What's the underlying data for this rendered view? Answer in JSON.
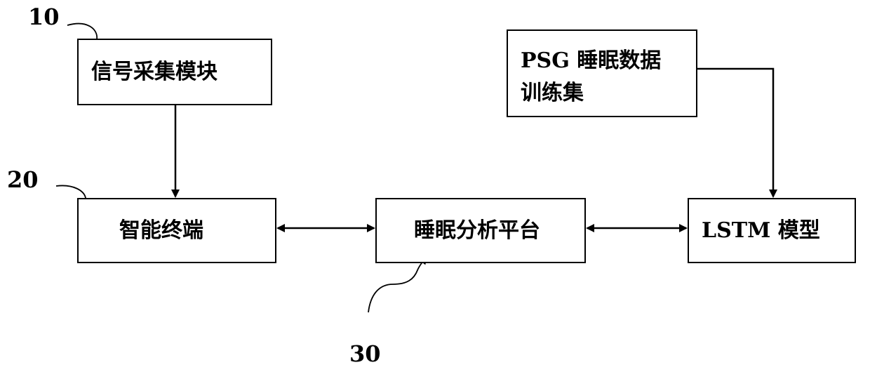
{
  "refs": {
    "r10": "10",
    "r20": "20",
    "r30": "30"
  },
  "boxes": {
    "signal": "信号采集模块",
    "terminal": "智能终端",
    "platform": "睡眠分析平台",
    "psg_line1": "PSG 睡眠数据",
    "psg_line2": "训练集",
    "lstm": "LSTM 模型"
  },
  "colors": {
    "stroke": "#000000",
    "background": "#ffffff"
  }
}
